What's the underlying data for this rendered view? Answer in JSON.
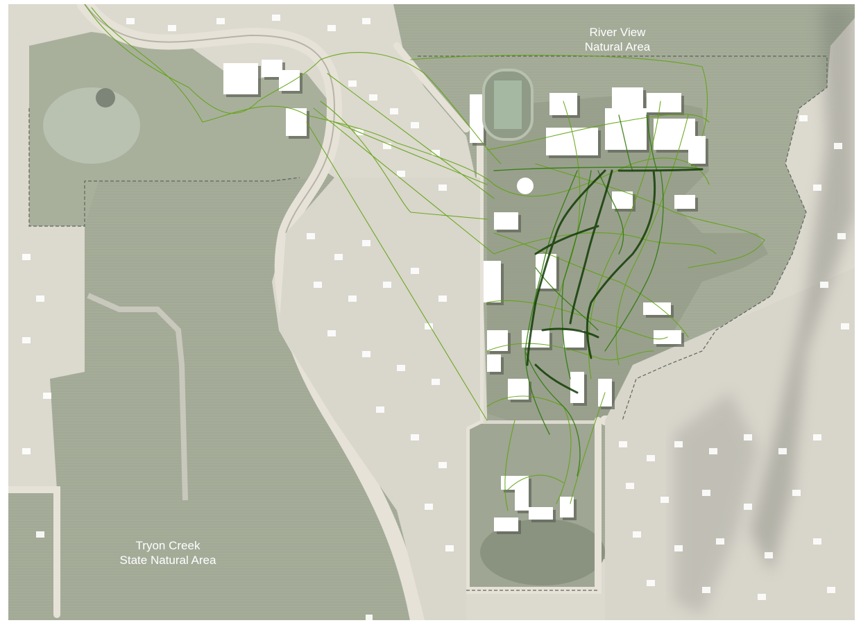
{
  "map": {
    "labels": {
      "river_view": {
        "line1": "River View",
        "line2": "Natural Area"
      },
      "tryon_creek": {
        "line1": "Tryon Creek",
        "line2": "State Natural Area"
      }
    },
    "colors": {
      "background": "#dcd9cf",
      "natural_area": "#a5ad9a",
      "campus": "#959d8b",
      "roads": "#e6e2d8",
      "buildings": "#ffffff",
      "building_shadow": "#5f6459",
      "path_light": "#5fa30d",
      "path_mid": "#2f7a0a",
      "path_dark": "#123d05",
      "boundary": "#6b6f66",
      "label_text": "#ffffff"
    },
    "icons": [
      "campus-buildings",
      "gps-path-traces",
      "natural-area-boundary"
    ]
  }
}
